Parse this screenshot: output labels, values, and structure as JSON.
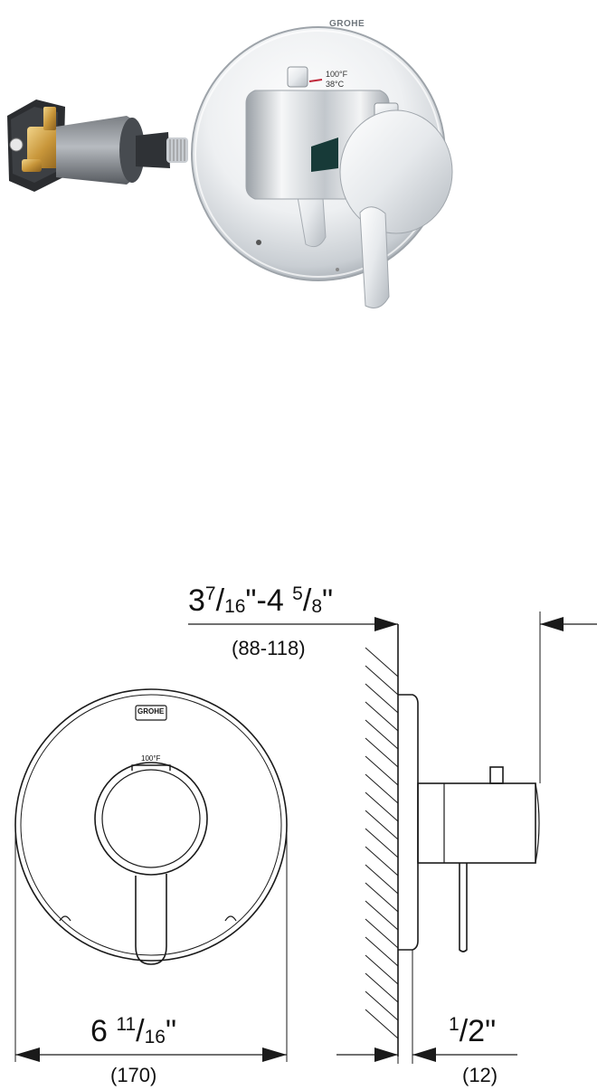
{
  "product_photo": {
    "brand_mark": "GROHE",
    "temperature_marks": [
      "100°F",
      "38°C"
    ]
  },
  "drawing": {
    "front_view": {
      "brand_mark": "GROHE",
      "temperature_mark": "100°F"
    },
    "dimensions": {
      "depth_range": {
        "whole": "3",
        "fraction_num_a": "7",
        "fraction_den_a": "16",
        "separator": "\"-4 ",
        "fraction_num_b": "5",
        "fraction_den_b": "8",
        "unit_mark": "\"",
        "metric": "(88-118)"
      },
      "plate_diameter": {
        "whole": "6 ",
        "fraction_num": "11",
        "fraction_den": "16",
        "unit_mark": "\"",
        "metric": "(170)"
      },
      "plate_thickness": {
        "fraction_num": "1",
        "fraction_den": "2",
        "unit_mark": "\"",
        "metric": "(12)"
      }
    }
  }
}
